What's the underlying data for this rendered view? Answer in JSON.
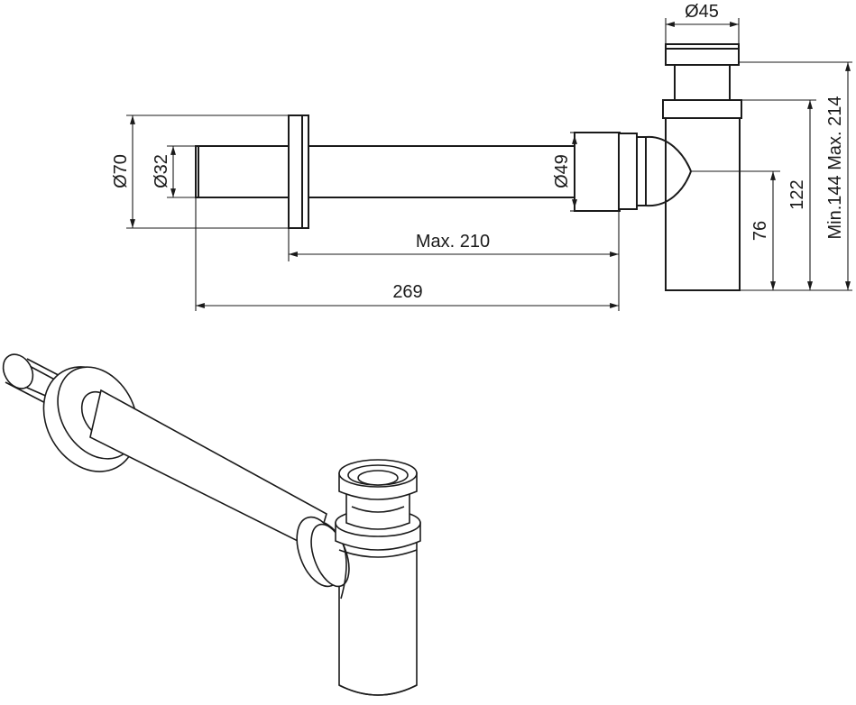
{
  "dimensions": {
    "top_outlet_diameter": "Ø45",
    "flange_diameter": "Ø70",
    "pipe_diameter": "Ø32",
    "nut_diameter": "Ø49",
    "pipe_max_length": "Max. 210",
    "overall_length": "269",
    "outlet_height": "76",
    "trap_height": "122",
    "adjustable_height": "Min.144 Max. 214"
  }
}
